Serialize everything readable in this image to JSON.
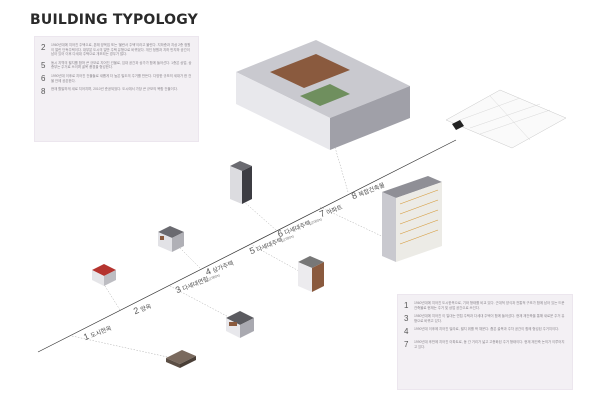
{
  "title": "BUILDING TYPOLOGY",
  "left_notes": [
    {
      "num": "2",
      "text": "1960년대에 지어진 주택으로, 본래 양옥집 또는 '불란서 주택'이라고 불린다. 지하층과 지상 2층 정원이 딸린 단독주택이다. 대부분 도시의 일반 주택 유형으로 바뀌었다. 개인 정원과 지하 반지하 공간이 남아 있어 이후 다세대 주택으로 개조되는 경우가 많다."
    },
    {
      "num": "5",
      "text": "동시 지역의 필지를 합쳐 큰 규모로 지어진 건물로, 임대 공간과 상가가 함께 들어선다. 1층은 상업, 상층부는 주거로 쓰이며 골목 풍경을 형성한다."
    },
    {
      "num": "6",
      "text": "1990년대 이후로 지어진 건물들로 새롭게 더 높은 밀도의 주거를 만든다. 다양한 규모의 세대가 한 건물 안에 공존한다."
    },
    {
      "num": "8",
      "text": "현재 활발하게 새로 지어지며, 2010년 준공되었다. 도시에서 가장 큰 규모의 복합 건물이다."
    }
  ],
  "right_notes": [
    {
      "num": "1",
      "text": "1960년대에 지어진 도시한옥으로, 기와 형태를 비교 있다. 근대적 양식과 전통적 구조가 함께 남아 있는 드문 건축물로 현재는 주거 및 상업 공간으로 쓰인다."
    },
    {
      "num": "3",
      "text": "1980년대에 지어진 이 일대는 연립 주택과 다세대 주택이 함께 들어섰다. 현재 재건축을 통해 새로운 주거 유형으로 바뀌고 있다."
    },
    {
      "num": "4",
      "text": "1990년대 이후에 지어진 빌라로, 필지 위를 꽉 채운다. 좁은 골목과 주차 공간이 함께 형성된 주거지이다."
    },
    {
      "num": "7",
      "text": "1990년대 후반에 지어진 아파트로, 동 간 거리가 넓고 고층화된 주거 형태이다. 현재 재건축 논의가 이루어지고 있다."
    }
  ],
  "axis": [
    {
      "num": "1",
      "label": "도시한옥",
      "sub": ""
    },
    {
      "num": "2",
      "label": "양옥",
      "sub": ""
    },
    {
      "num": "3",
      "label": "다세대연립",
      "sub": "(1980s)"
    },
    {
      "num": "4",
      "label": "상가주택",
      "sub": ""
    },
    {
      "num": "5",
      "label": "다세대주택",
      "sub": "(1990s)"
    },
    {
      "num": "6",
      "label": "다세대주택",
      "sub": "(2000s)"
    },
    {
      "num": "7",
      "label": "아파트",
      "sub": ""
    },
    {
      "num": "8",
      "label": "복합건축물",
      "sub": ""
    }
  ],
  "colors": {
    "panel_bg": "#f3f0f4",
    "axis_line": "#333333",
    "building_light": "#e8e8ec",
    "building_mid": "#c9c9cf",
    "building_dark": "#8f8f96",
    "accent_red": "#b5342f",
    "brick": "#8a5a3e"
  }
}
